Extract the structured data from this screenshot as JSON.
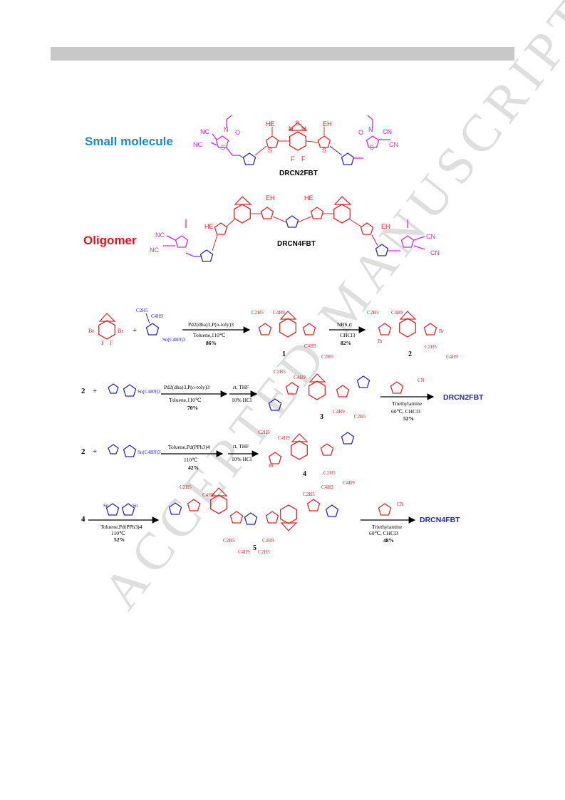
{
  "header": {
    "bar_color": "#c8c8c8"
  },
  "colors": {
    "red": "#e8232a",
    "blue": "#2323c8",
    "magenta": "#e020e0",
    "title_blue": "#1a8ad4",
    "title_red": "#e8101a",
    "watermark": "#c9c9c9"
  },
  "watermark": "ACCEPTED MANUSCRIPT",
  "figure": {
    "small_molecule": {
      "heading": "Small molecule",
      "name": "DRCN2FBT",
      "atoms": {
        "nc1": "NC",
        "nc2": "NC",
        "cn1": "CN",
        "cn2": "CN",
        "he": "HE",
        "eh": "EH",
        "n": "N",
        "o": "O",
        "s": "S",
        "f": "F"
      }
    },
    "oligomer": {
      "heading": "Oligomer",
      "name": "DRCN4FBT",
      "atoms": {
        "nc1": "NC",
        "nc2": "NC",
        "cn1": "CN",
        "cn2": "CN",
        "he": "HE",
        "eh": "EH"
      }
    },
    "scheme": {
      "row1": {
        "reagent_top": "Pd2(dba)3,P(o-toly)3",
        "reagent_bottom": "Toluene,110℃",
        "yield": "86%",
        "step2_top": "NBS,rt",
        "step2_bottom": "CHCl3",
        "step2_yield": "82%",
        "compound1": "1",
        "compound2": "2",
        "plus": "+",
        "sn": "Sn(C4H9)3",
        "c2h5": "C2H5",
        "c4h9": "C4H9",
        "br": "Br"
      },
      "row2": {
        "start": "2",
        "plus": "+",
        "sn": "Sn(C4H9)3",
        "reagent_top": "Pd2(dba)3,P(o-toly)3",
        "reagent_bottom": "Toluene,110℃",
        "yield": "70%",
        "step2_top": "rt, THF",
        "step2_bottom": "10% HCl",
        "compound": "3",
        "step3_top": "Triethylamine",
        "step3_mid": "60℃, CHCl3",
        "step3_yield": "52%",
        "product": "DRCN2FBT",
        "cn": "CN"
      },
      "row3": {
        "start": "2",
        "plus": "+",
        "sn": "Sn(C4H9)3",
        "reagent_top": "Toluene,Pd(PPh3)4",
        "reagent_bottom": "110℃",
        "yield": "42%",
        "step2_top": "rt, THF",
        "step2_bottom": "10% HCl",
        "compound": "4"
      },
      "row4": {
        "start": "4",
        "sn1": "Sn",
        "sn2": "Sn",
        "reagent_top": "Toluene,Pd(PPh3)4",
        "reagent_bottom": "110℃",
        "yield": "52%",
        "compound": "5",
        "step3_top": "Triethylamine",
        "step3_mid": "60℃, CHCl3",
        "step3_yield": "48%",
        "product": "DRCN4FBT",
        "cn": "CN"
      }
    }
  }
}
